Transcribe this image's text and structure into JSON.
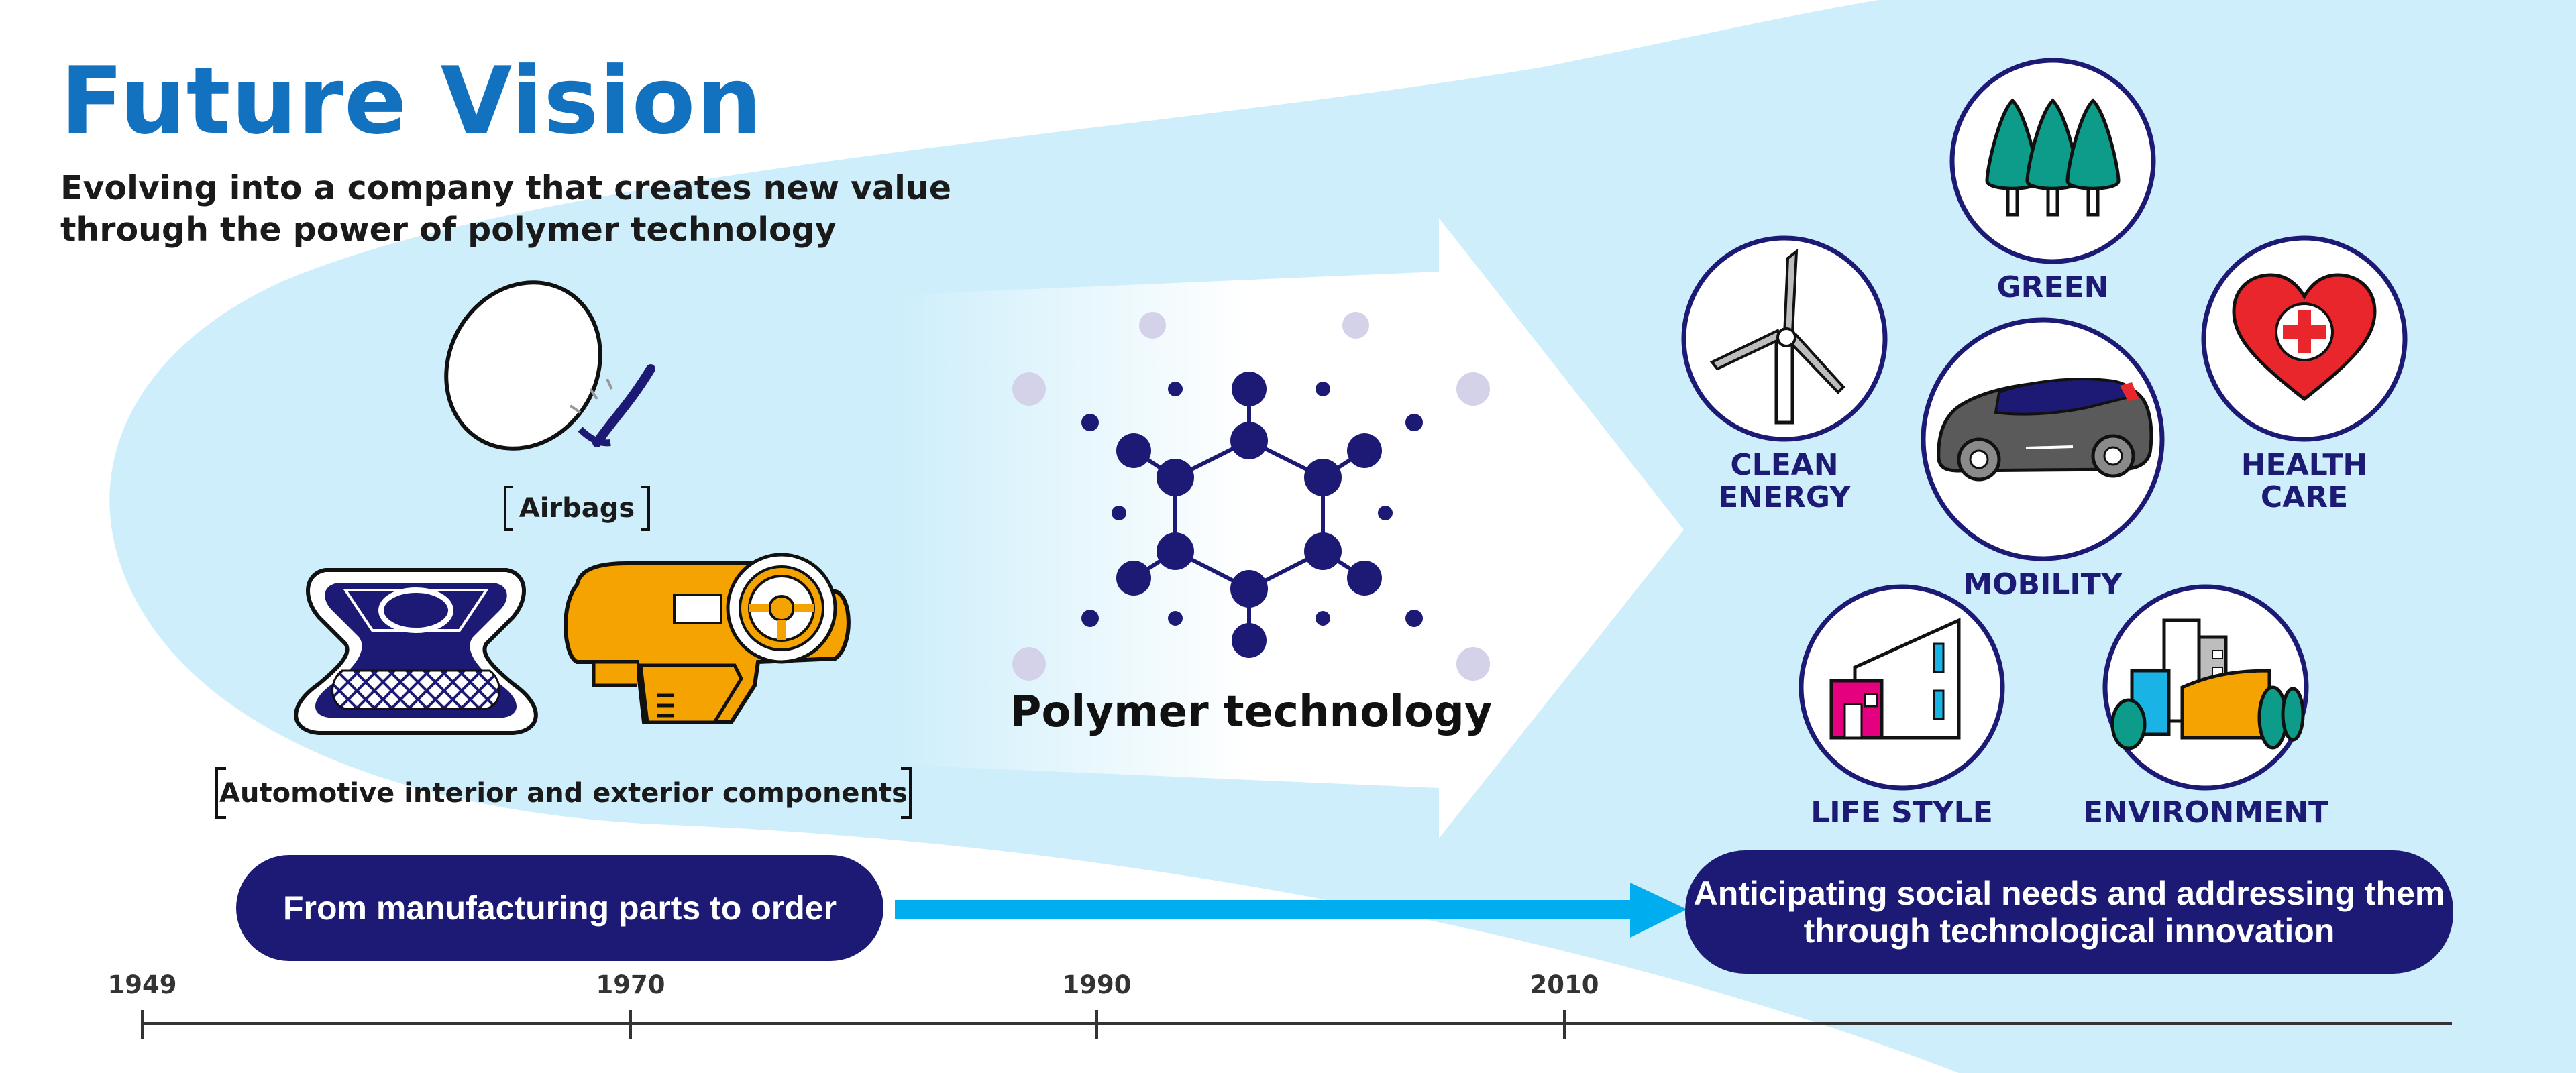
{
  "title": "Future Vision",
  "subtitle": "Evolving into a company that creates new value through the power of polymer technology",
  "captions": {
    "airbags": "Airbags",
    "automotive": "Automotive interior and exterior components"
  },
  "center_label": "Polymer technology",
  "pills": {
    "left": "From manufacturing parts to order",
    "right_line1": "Anticipating social needs and addressing them",
    "right_line2": "through technological innovation"
  },
  "categories": {
    "green": "GREEN",
    "clean_energy_1": "CLEAN",
    "clean_energy_2": "ENERGY",
    "health_care_1": "HEALTH",
    "health_care_2": "CARE",
    "mobility": "MOBILITY",
    "life_style": "LIFE STYLE",
    "environment": "ENVIRONMENT"
  },
  "timeline": {
    "years": [
      "1949",
      "1970",
      "1990",
      "2010"
    ]
  },
  "colors": {
    "title_blue": "#1372bf",
    "navy": "#1c1a74",
    "light_blue": "#cdeefa",
    "arrow_blue": "#00aeef",
    "teal": "#0d9b8a",
    "orange": "#f5a300",
    "red": "#e8262b",
    "magenta": "#e4007f"
  }
}
